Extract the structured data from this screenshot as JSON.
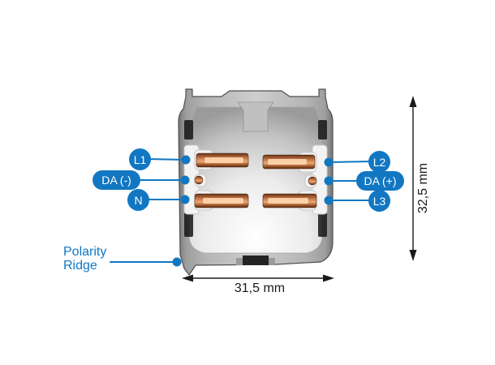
{
  "diagram": {
    "labels": {
      "l1": "L1",
      "l2": "L2",
      "l3": "L3",
      "n": "N",
      "da_minus": "DA (-)",
      "da_plus": "DA (+)",
      "polarity_line1": "Polarity",
      "polarity_line2": "Ridge"
    },
    "dimensions": {
      "width": "31,5 mm",
      "height": "32,5 mm"
    },
    "colors": {
      "accent_blue": "#1177c2",
      "dimension_black": "#1a1a1a",
      "copper": "#c07347",
      "aluminum_light": "#cecece",
      "aluminum_dark": "#777777",
      "insulator_white": "#f3f3f3"
    }
  }
}
